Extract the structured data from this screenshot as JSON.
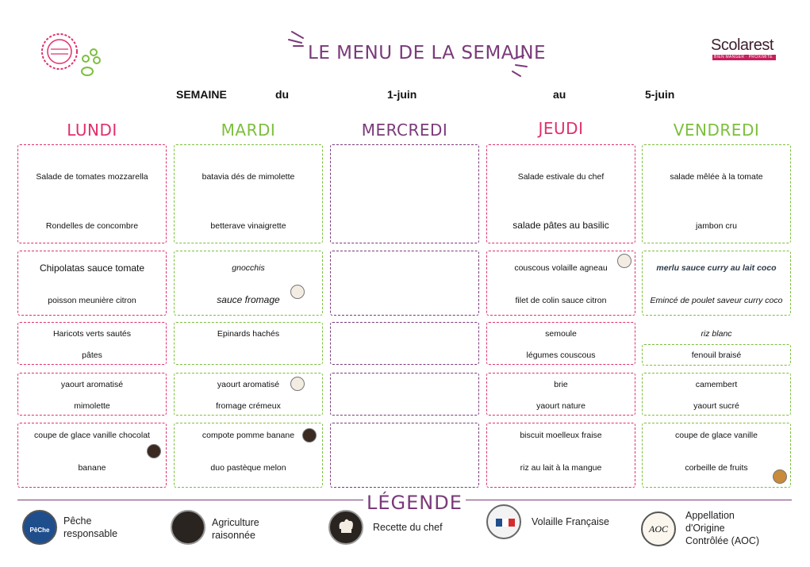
{
  "header": {
    "title": "LE MENU DE LA SEMAINE",
    "logo_name": "Scolarest",
    "logo_tagline": "BIEN MANGER · PROXIMITÉ"
  },
  "week": {
    "label": "SEMAINE",
    "from_word": "du",
    "from_date": "1-juin",
    "to_word": "au",
    "to_date": "5-juin"
  },
  "days": [
    {
      "name": "LUNDI",
      "color": "#e0306b"
    },
    {
      "name": "MARDI",
      "color": "#7cbf3c"
    },
    {
      "name": "MERCREDI",
      "color": "#7a3a7a"
    },
    {
      "name": "JEUDI",
      "color": "#e0306b"
    },
    {
      "name": "VENDREDI",
      "color": "#7cbf3c"
    }
  ],
  "menu": {
    "lundi": {
      "starter": [
        "Salade de tomates mozzarella",
        "Rondelles de concombre"
      ],
      "main": [
        "Chipolatas sauce tomate",
        "poisson meunière citron"
      ],
      "side": [
        "Haricots verts sautés",
        "pâtes"
      ],
      "dairy": [
        "yaourt aromatisé",
        "mimolette"
      ],
      "dessert": [
        "coupe de glace vanille chocolat",
        "banane"
      ]
    },
    "mardi": {
      "starter": [
        "batavia dés de mimolette",
        "betterave vinaigrette"
      ],
      "main": [
        "gnocchis",
        "sauce fromage"
      ],
      "side": [
        "Epinards hachés"
      ],
      "dairy": [
        "yaourt aromatisé",
        "fromage crémeux"
      ],
      "dessert": [
        "compote pomme banane",
        "duo pastèque melon"
      ]
    },
    "jeudi": {
      "starter": [
        "Salade estivale du chef",
        "salade pâtes au basilic"
      ],
      "main": [
        "couscous volaille agneau",
        "filet de colin sauce citron"
      ],
      "side": [
        "semoule",
        "légumes couscous"
      ],
      "dairy": [
        "brie",
        "yaourt nature"
      ],
      "dessert": [
        "biscuit moelleux fraise",
        "riz au lait à la mangue"
      ]
    },
    "vendredi": {
      "starter": [
        "salade mêlée à la tomate",
        "jambon cru"
      ],
      "main": [
        "merlu sauce curry au lait coco",
        "Emincé de poulet saveur curry coco"
      ],
      "side": [
        "riz blanc",
        "fenouil braisé"
      ],
      "dairy": [
        "camembert",
        "yaourt sucré"
      ],
      "dessert": [
        "coupe de glace vanille",
        "corbeille de fruits"
      ]
    }
  },
  "legend": {
    "title": "LÉGENDE",
    "items": [
      {
        "icon": "peche-responsable-icon",
        "badge": "PêChe",
        "lines": [
          "Pêche",
          "responsable"
        ]
      },
      {
        "icon": "agriculture-raisonnee-icon",
        "lines": [
          "Agriculture",
          "raisonnée"
        ]
      },
      {
        "icon": "recette-du-chef-icon",
        "lines": [
          "Recette du chef"
        ]
      },
      {
        "icon": "volaille-francaise-icon",
        "lines": [
          "Volaille Française"
        ]
      },
      {
        "icon": "aoc-icon",
        "badge": "AOC",
        "lines": [
          "Appellation",
          "d'Origine",
          "Contrôlée (AOC)"
        ]
      }
    ]
  }
}
